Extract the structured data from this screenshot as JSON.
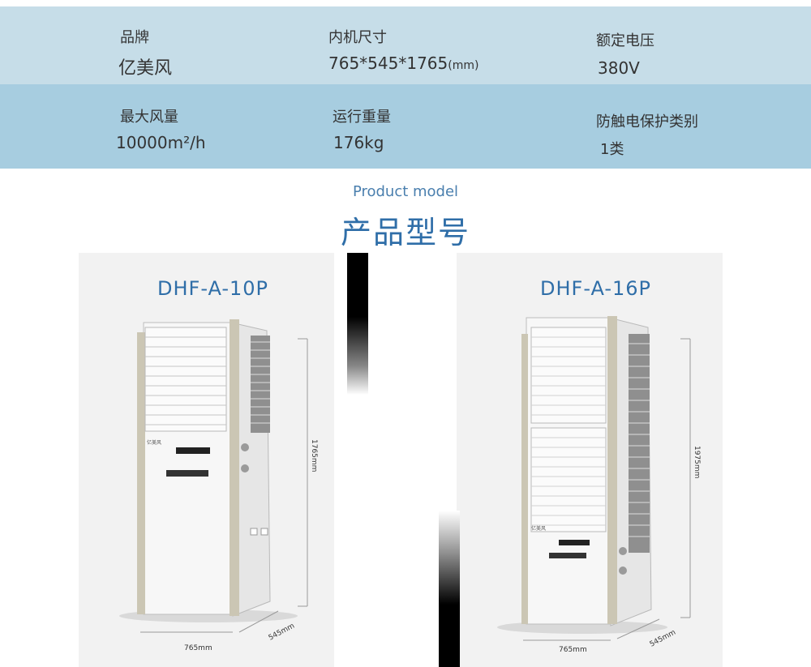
{
  "specs": {
    "brand_label": "品牌",
    "brand_value": "亿美风",
    "size_label": "内机尺寸",
    "size_value": "765*545*1765",
    "size_unit": "(mm)",
    "voltage_label": "额定电压",
    "voltage_value": "380V",
    "airflow_label": "最大风量",
    "airflow_value": "10000m²/h",
    "weight_label": "运行重量",
    "weight_value": "176kg",
    "protection_label": "防触电保护类别",
    "protection_value": "1类"
  },
  "section": {
    "subtitle": "Product model",
    "title": "产品型号"
  },
  "products": [
    {
      "model": "DHF-A-10P",
      "height_dim": "1765mm",
      "width_dim": "765mm",
      "depth_dim": "545mm",
      "badge": "亿美风"
    },
    {
      "model": "DHF-A-16P",
      "height_dim": "1975mm",
      "width_dim": "765mm",
      "depth_dim": "545mm",
      "badge": "亿美风"
    }
  ],
  "colors": {
    "row1": "#c6dde8",
    "row2": "#a7cde0",
    "accent": "#2f6ea8"
  }
}
